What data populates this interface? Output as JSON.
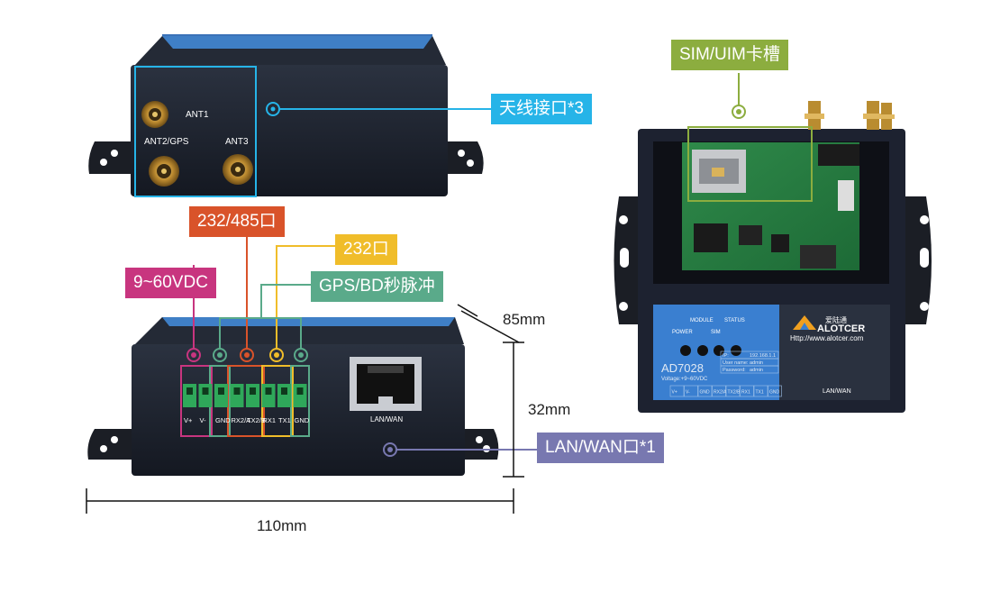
{
  "callouts": {
    "antenna": "天线接口*3",
    "rs232_485": "232/485口",
    "rs232": "232口",
    "power": "9~60VDC",
    "gps": "GPS/BD秒脉冲",
    "lan": "LAN/WAN口*1",
    "sim": "SIM/UIM卡槽"
  },
  "dimensions": {
    "depth": "85mm",
    "height": "32mm",
    "width": "110mm"
  },
  "top_device": {
    "ant1": "ANT1",
    "ant2": "ANT2/GPS",
    "ant3": "ANT3"
  },
  "front_device": {
    "terminals": [
      "V+",
      "V-",
      "GND",
      "RX2/A",
      "TX2/B",
      "RX1",
      "TX1",
      "GND"
    ],
    "lan_label": "LAN/WAN"
  },
  "back_device": {
    "led_power": "POWER",
    "led_module": "MODULE",
    "led_sim": "SIM",
    "led_status": "STATUS",
    "model": "AD7028",
    "voltage": "Voltage:+9~60VDC",
    "brand_cn": "爱陆通",
    "brand": "ALOTCER",
    "url": "Http://www.alotcer.com",
    "info_keys": [
      "IP:",
      "User name:",
      "Password:"
    ],
    "info_vals": [
      "192.168.1.1",
      "admin",
      "admin"
    ],
    "pins": [
      "V+",
      "V-",
      "GND",
      "RX2/A",
      "TX2/B",
      "RX1",
      "TX1",
      "GND"
    ],
    "lan_label": "LAN/WAN"
  },
  "colors": {
    "antenna": "#26b4e8",
    "rs485": "#d9532a",
    "rs232": "#f0bd2a",
    "power": "#c8357f",
    "gps": "#5aaa8a",
    "lan": "#7878b0",
    "sim": "#8cad3f"
  }
}
